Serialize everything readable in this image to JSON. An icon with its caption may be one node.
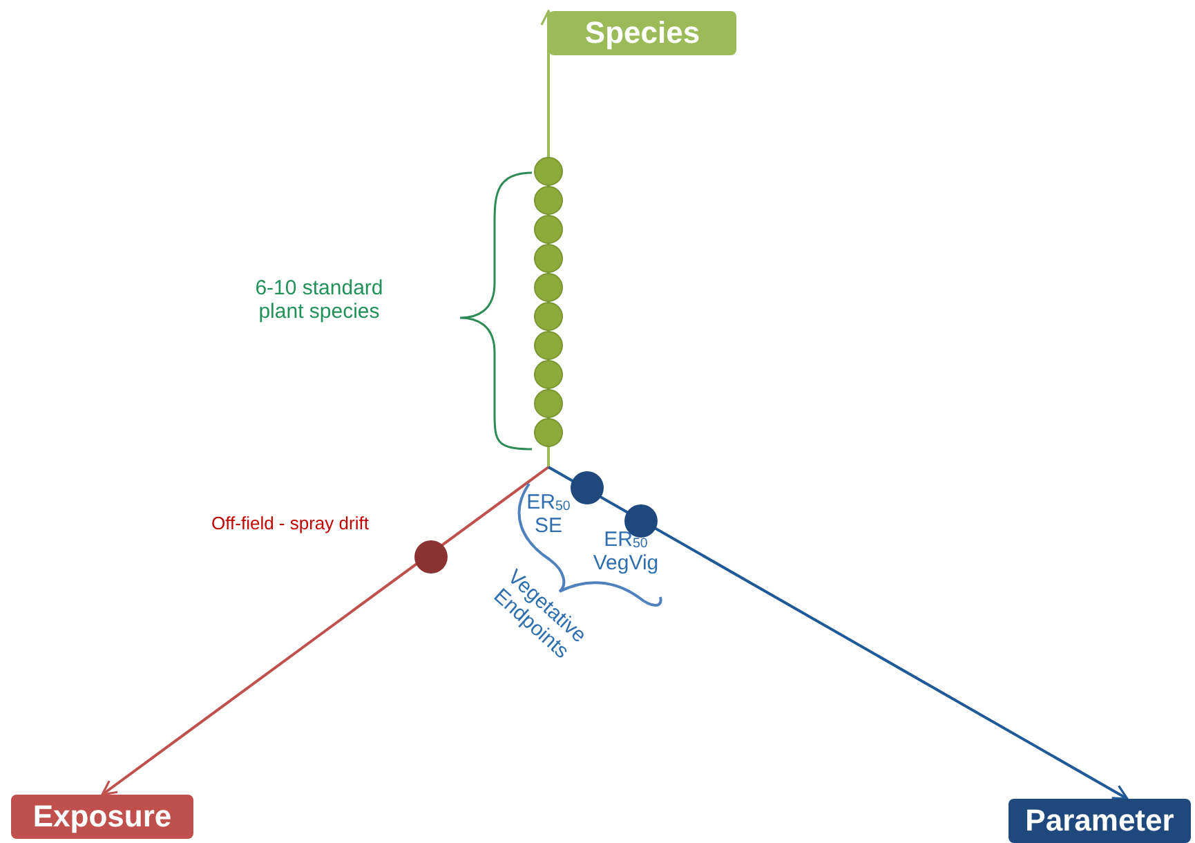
{
  "diagram": {
    "nodes": [
      {
        "text": [
          "Species"
        ]
      },
      {
        "text": [
          "Exposure"
        ]
      },
      {
        "text": [
          "Parameter"
        ]
      }
    ],
    "edges": [
      {
        "from": null,
        "to": 0,
        "arrow": "to",
        "color": "#9bbb59"
      },
      {
        "from": null,
        "to": 1,
        "arrow": "to",
        "color": "#c0504d"
      },
      {
        "from": null,
        "to": 2,
        "arrow": "to",
        "color": "#1f5a96"
      }
    ],
    "labels": [
      "6-10 standard plant species",
      "Off-field - spray drift",
      "ER$_{50}$ SE",
      "ER$_{50}$ VegVig",
      "Vegetative Endpoints"
    ]
  }
}
